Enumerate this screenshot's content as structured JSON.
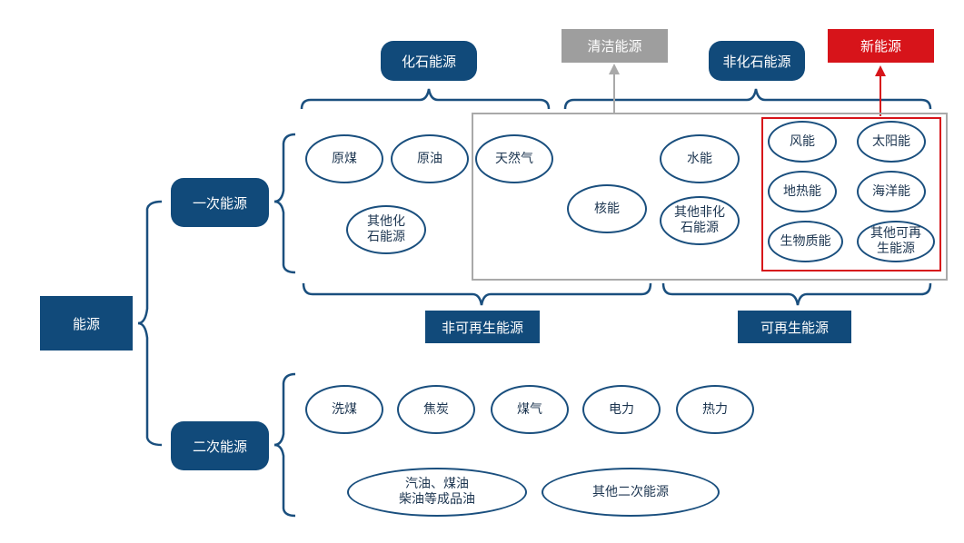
{
  "root": {
    "label": "能源"
  },
  "primary": {
    "label": "一次能源"
  },
  "secondary": {
    "label": "二次能源"
  },
  "top_labels": {
    "fossil": "化石能源",
    "non_fossil": "非化石能源",
    "clean": "清洁能源",
    "new": "新能源"
  },
  "bottom_labels": {
    "non_renewable": "非可再生能源",
    "renewable": "可再生能源"
  },
  "primary_items": {
    "raw_coal": "原煤",
    "crude_oil": "原油",
    "natural_gas": "天然气",
    "other_fossil": "其他化\n石能源",
    "nuclear": "核能",
    "hydro": "水能",
    "other_non_fossil": "其他非化\n石能源",
    "wind": "风能",
    "solar": "太阳能",
    "geothermal": "地热能",
    "ocean": "海洋能",
    "biomass": "生物质能",
    "other_renewable": "其他可再\n生能源"
  },
  "secondary_items": {
    "washed_coal": "洗煤",
    "coke": "焦炭",
    "coal_gas": "煤气",
    "electricity": "电力",
    "heat": "热力",
    "refined_oil": "汽油、煤油\n柴油等成品油",
    "other_secondary": "其他二次能源"
  },
  "colors": {
    "navy": "#114A7A",
    "oval_border": "#1A4F7E",
    "gray": "#9E9E9E",
    "red": "#D7141A"
  }
}
